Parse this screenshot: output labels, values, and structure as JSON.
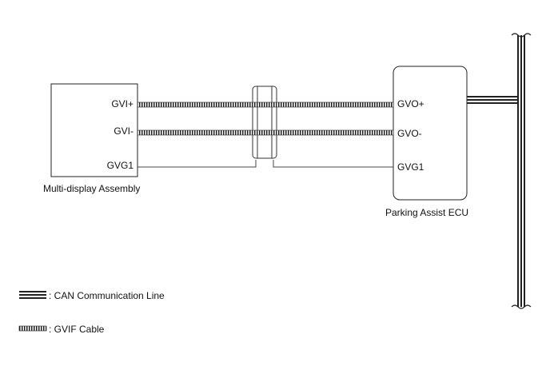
{
  "components": {
    "multi_display": {
      "name": "Multi-display Assembly",
      "pins": [
        "GVI+",
        "GVI-",
        "GVG1"
      ]
    },
    "parking_ecu": {
      "name": "Parking Assist ECU",
      "pins": [
        "GVO+",
        "GVO-",
        "GVG1"
      ]
    }
  },
  "legend": {
    "can_line": ": CAN Communication Line",
    "gvif_cable": ": GVIF Cable"
  },
  "colors": {
    "line": "#222222",
    "fill": "#ffffff"
  }
}
